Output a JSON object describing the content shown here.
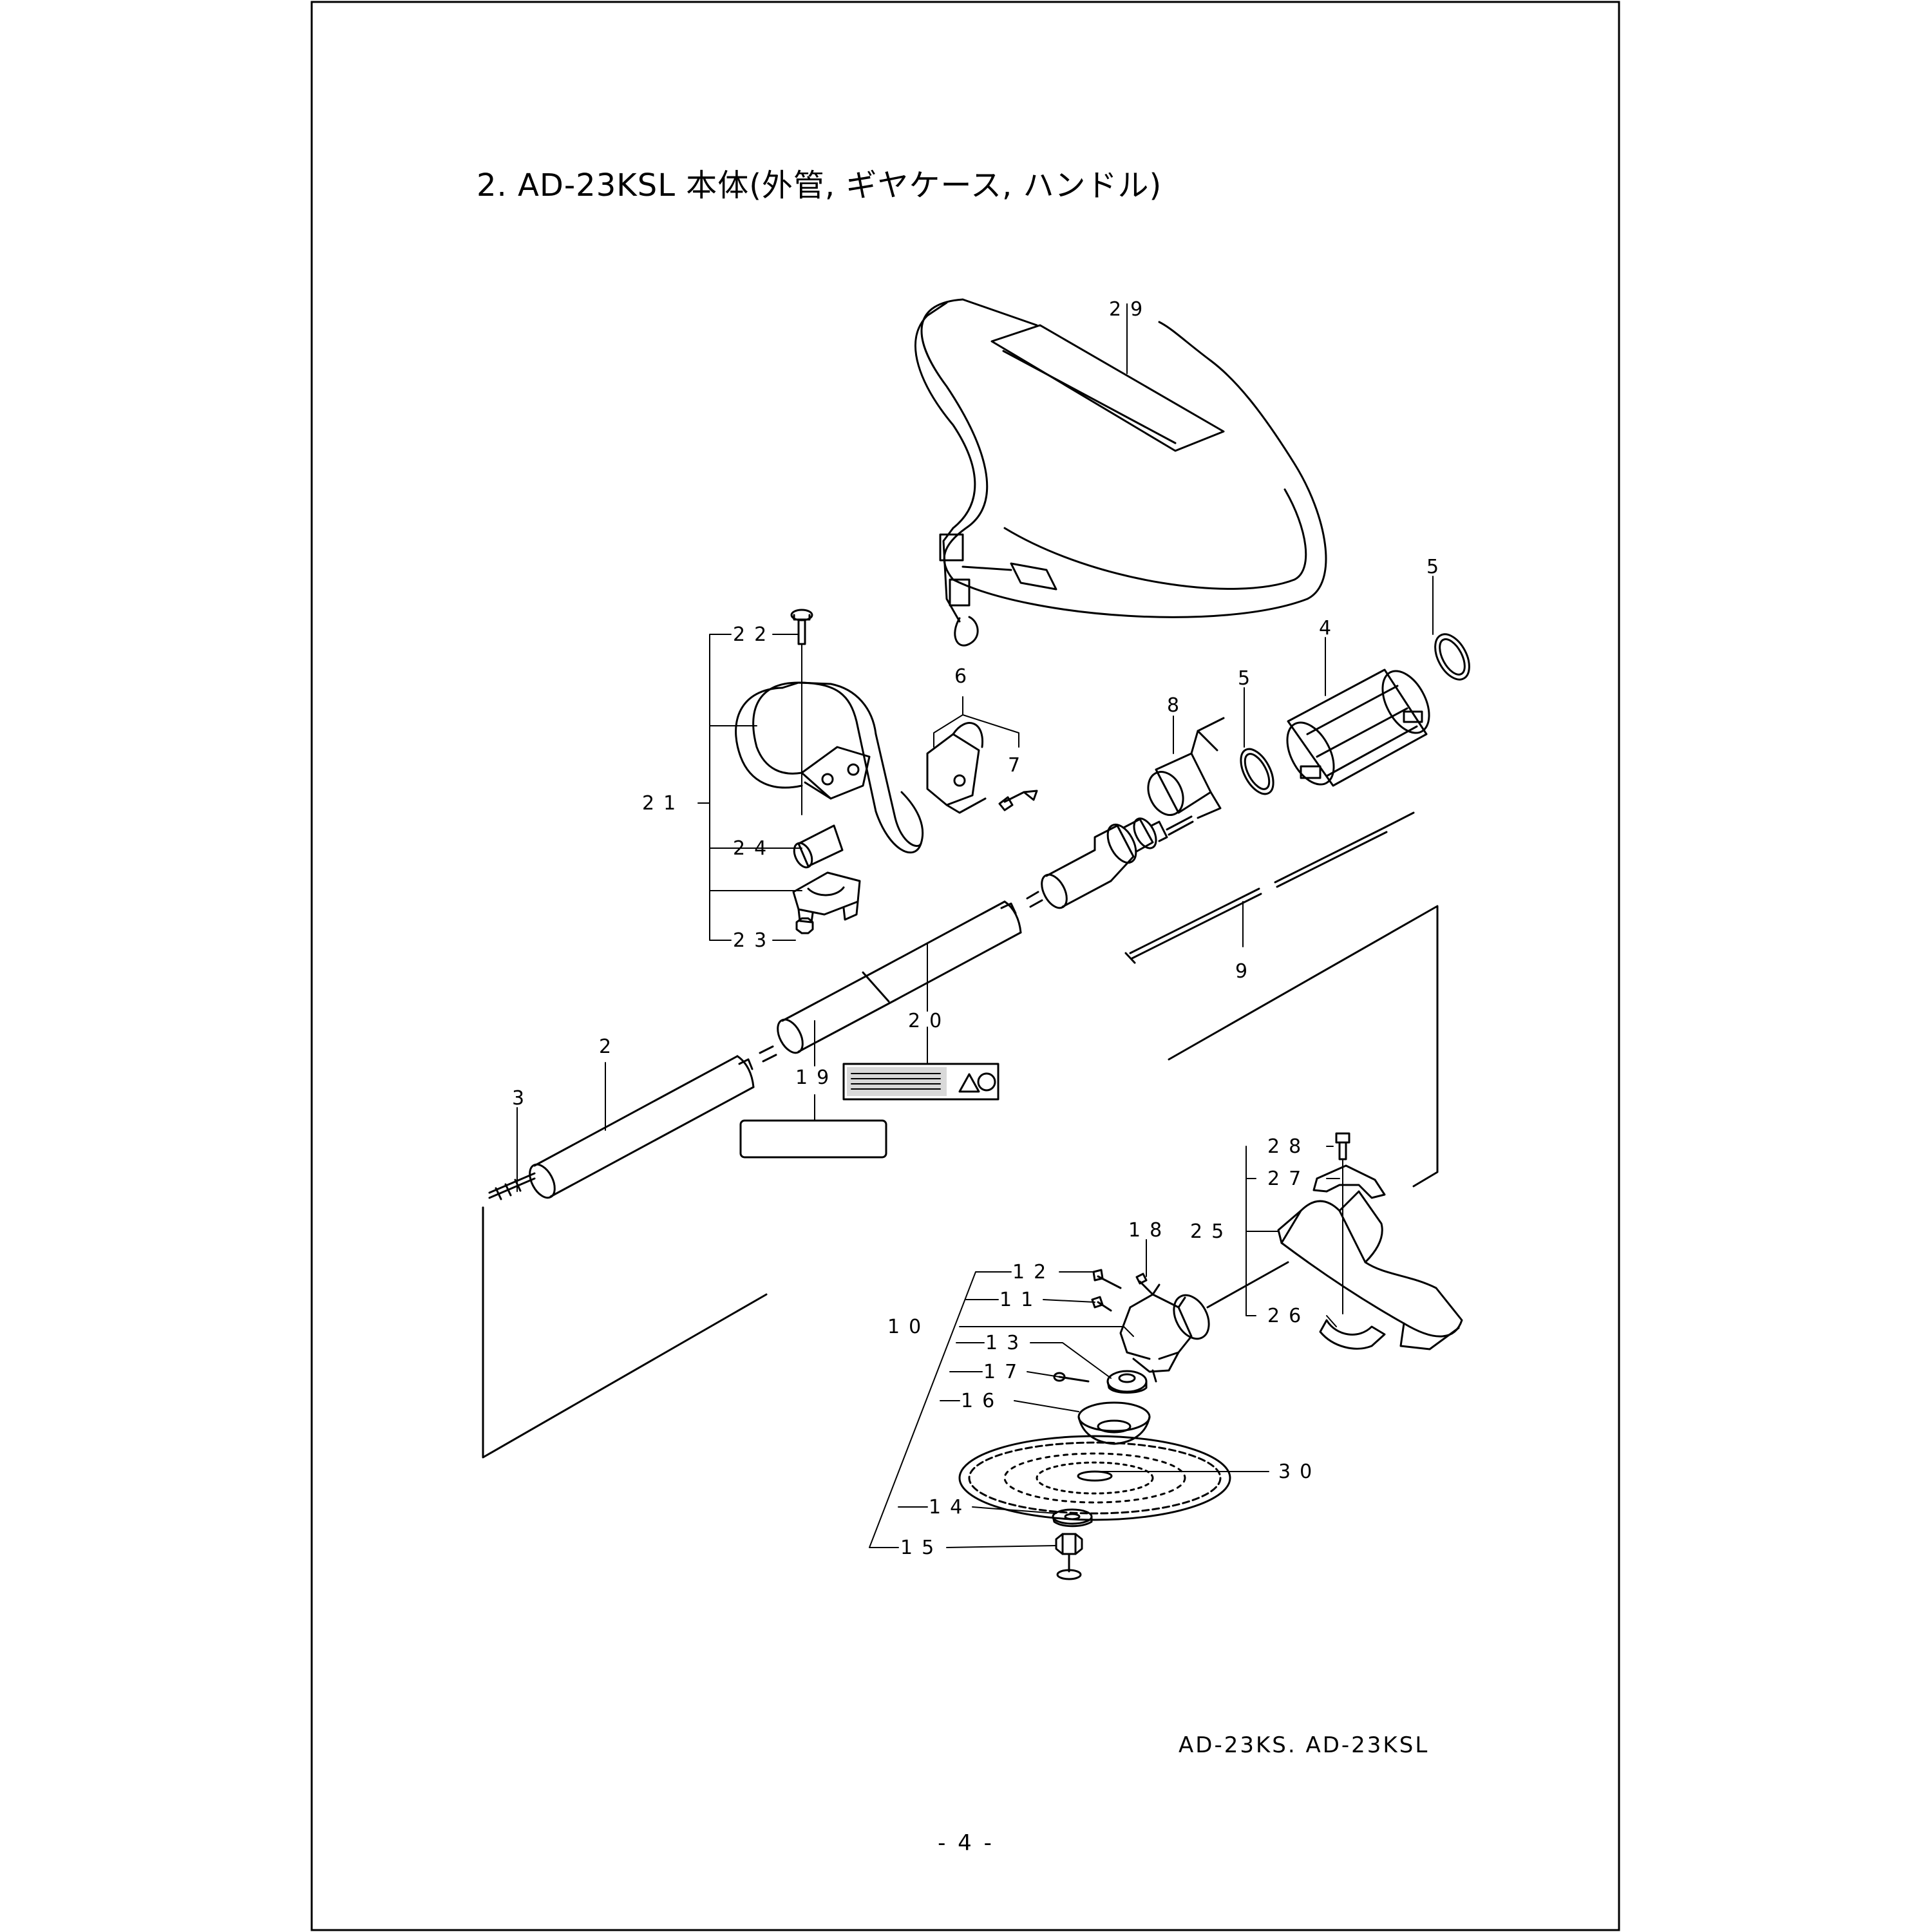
{
  "header": {
    "title": "2. AD-23KSL 本体(外管, ギヤケース, ハンドル)"
  },
  "footer": {
    "model": "AD-23KS. AD-23KSL",
    "page": "- 4 -"
  },
  "callouts": {
    "c2": "2",
    "c3": "3",
    "c4": "4",
    "c5a": "5",
    "c5b": "5",
    "c6": "6",
    "c7": "7",
    "c8": "8",
    "c9": "9",
    "c10": "10",
    "c11": "11",
    "c12": "12",
    "c13": "13",
    "c14": "14",
    "c15": "15",
    "c16": "16",
    "c17": "17",
    "c18": "18",
    "c19": "19",
    "c20": "20",
    "c21": "21",
    "c22": "22",
    "c23": "23",
    "c24": "24",
    "c25": "25",
    "c26": "26",
    "c27": "27",
    "c28": "28",
    "c29": "29",
    "c30": "30"
  }
}
